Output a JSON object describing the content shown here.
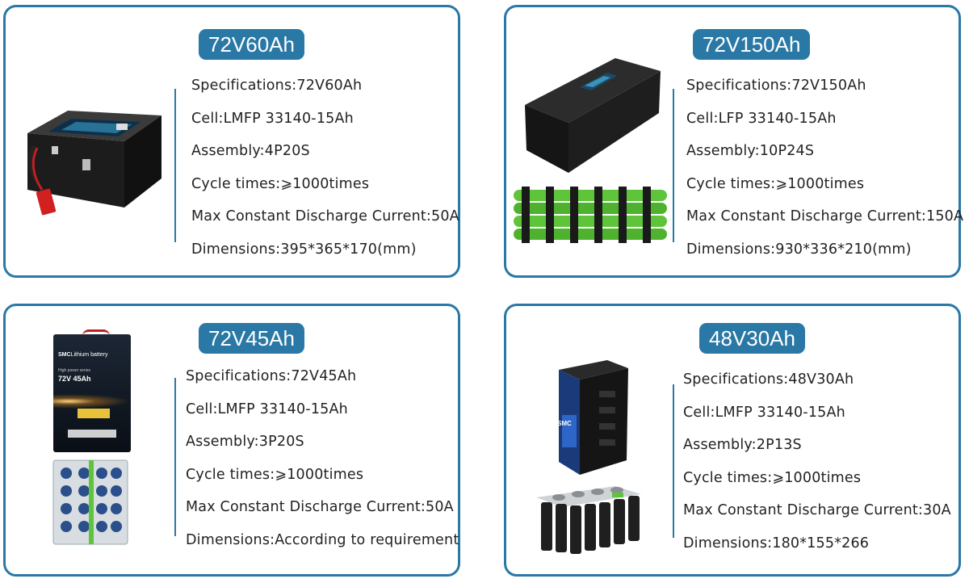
{
  "products": [
    {
      "title": "72V60Ah",
      "specs": [
        "Specifications:72V60Ah",
        "Cell:LMFP 33140-15Ah",
        "Assembly:4P20S",
        "Cycle times:⩾1000times",
        "Max Constant Discharge Current:50A",
        "Dimensions:395*365*170(mm)"
      ]
    },
    {
      "title": "72V150Ah",
      "specs": [
        "Specifications:72V150Ah",
        "Cell:LFP 33140-15Ah",
        "Assembly:10P24S",
        "Cycle times:⩾1000times",
        "Max Constant Discharge Current:150A",
        "Dimensions:930*336*210(mm)"
      ]
    },
    {
      "title": "72V45Ah",
      "specs": [
        "Specifications:72V45Ah",
        "Cell:LMFP 33140-15Ah",
        "Assembly:3P20S",
        "Cycle times:⩾1000times",
        "Max Constant Discharge Current:50A",
        "Dimensions:According to requirement"
      ],
      "image_label": {
        "brand": "SMC",
        "brand_suffix": "Lithium battery",
        "series": "High power series",
        "model": "72V 45Ah"
      }
    },
    {
      "title": "48V30Ah",
      "specs": [
        "Specifications:48V30Ah",
        "Cell:LMFP 33140-15Ah",
        "Assembly:2P13S",
        "Cycle times:⩾1000times",
        "Max Constant Discharge Current:30A",
        "Dimensions:180*155*266"
      ],
      "image_label": {
        "brand": "SMC"
      }
    }
  ],
  "colors": {
    "accent": "#2a78a6",
    "cell_green": "#5ec43a",
    "battery_black": "#1c1c1c",
    "connector_red": "#d02020"
  }
}
